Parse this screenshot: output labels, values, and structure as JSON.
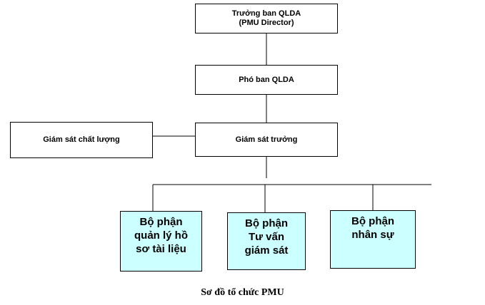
{
  "diagram": {
    "director": {
      "line1": "Trưởng ban QLDA",
      "line2": "(PMU Director)"
    },
    "deputy": {
      "line1": "Phó ban QLDA"
    },
    "chief_supervisor": {
      "line1": "Giám sát trưởng"
    },
    "quality_supervisor": {
      "line1": "Giám sát chất lượng"
    },
    "units": [
      {
        "lines": [
          "Bộ phận",
          "quản lý hồ",
          "sơ tài liệu"
        ]
      },
      {
        "lines": [
          "Bộ phận",
          "Tư vấn",
          "giám sát"
        ]
      },
      {
        "lines": [
          "Bộ phận",
          "nhân sự"
        ]
      }
    ],
    "colors": {
      "unit_fill": "#ccffff",
      "line": "#000000"
    }
  },
  "caption": "Sơ đồ tổ chức PMU"
}
